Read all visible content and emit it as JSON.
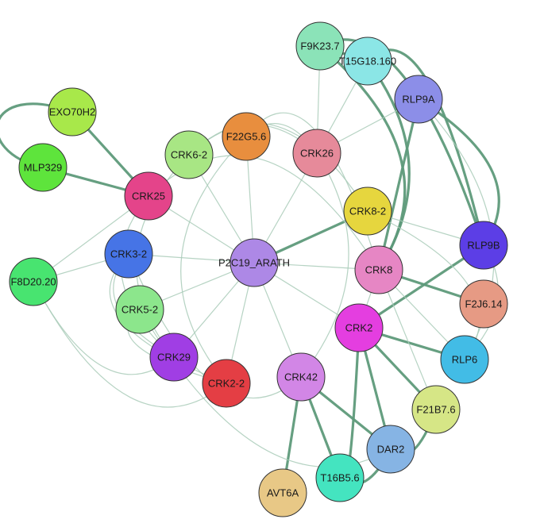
{
  "nodes": [
    {
      "id": "F9K23.7",
      "label": "F9K23.7",
      "color": "#8be3b8"
    },
    {
      "id": "T15G18.160",
      "label": "T15G18.160",
      "color": "#8be6e6"
    },
    {
      "id": "RLP9A",
      "label": "RLP9A",
      "color": "#8c8ee8"
    },
    {
      "id": "EXO70H2",
      "label": "EXO70H2",
      "color": "#a8e84a"
    },
    {
      "id": "MLP329",
      "label": "MLP329",
      "color": "#5ee43c"
    },
    {
      "id": "CRK6-2",
      "label": "CRK6-2",
      "color": "#a8e684"
    },
    {
      "id": "F22G5.6",
      "label": "F22G5.6",
      "color": "#e88e3e"
    },
    {
      "id": "CRK26",
      "label": "CRK26",
      "color": "#e68a9a"
    },
    {
      "id": "CRK25",
      "label": "CRK25",
      "color": "#e4448a"
    },
    {
      "id": "CRK8-2",
      "label": "CRK8-2",
      "color": "#e6d63e"
    },
    {
      "id": "RLP9B",
      "label": "RLP9B",
      "color": "#5c3ee6"
    },
    {
      "id": "F8D20.20",
      "label": "F8D20.20",
      "color": "#48e470"
    },
    {
      "id": "CRK3-2",
      "label": "CRK3-2",
      "color": "#4674e6"
    },
    {
      "id": "P2C19_ARATH",
      "label": "P2C19_ARATH",
      "color": "#ad88e6"
    },
    {
      "id": "CRK8",
      "label": "CRK8",
      "color": "#e686c4"
    },
    {
      "id": "F2J6.14",
      "label": "F2J6.14",
      "color": "#e69a84"
    },
    {
      "id": "CRK5-2",
      "label": "CRK5-2",
      "color": "#8ce68c"
    },
    {
      "id": "CRK2",
      "label": "CRK2",
      "color": "#e43ee0"
    },
    {
      "id": "RLP6",
      "label": "RLP6",
      "color": "#42bce6"
    },
    {
      "id": "CRK29",
      "label": "CRK29",
      "color": "#a03ee4"
    },
    {
      "id": "CRK2-2",
      "label": "CRK2-2",
      "color": "#e43e44"
    },
    {
      "id": "CRK42",
      "label": "CRK42",
      "color": "#d286e6"
    },
    {
      "id": "F21B7.6",
      "label": "F21B7.6",
      "color": "#d6e686"
    },
    {
      "id": "DAR2",
      "label": "DAR2",
      "color": "#86b4e4"
    },
    {
      "id": "T16B5.6",
      "label": "T16B5.6",
      "color": "#44e4c0"
    },
    {
      "id": "AVT6A",
      "label": "AVT6A",
      "color": "#e8c886"
    }
  ],
  "edges": [
    {
      "source": "P2C19_ARATH",
      "target": "CRK6-2",
      "weight": "thin"
    },
    {
      "source": "P2C19_ARATH",
      "target": "F22G5.6",
      "weight": "thin"
    },
    {
      "source": "P2C19_ARATH",
      "target": "CRK26",
      "weight": "thin"
    },
    {
      "source": "P2C19_ARATH",
      "target": "CRK25",
      "weight": "thin"
    },
    {
      "source": "P2C19_ARATH",
      "target": "CRK8-2",
      "weight": "thick"
    },
    {
      "source": "P2C19_ARATH",
      "target": "CRK3-2",
      "weight": "thin"
    },
    {
      "source": "P2C19_ARATH",
      "target": "CRK8",
      "weight": "thin"
    },
    {
      "source": "P2C19_ARATH",
      "target": "CRK5-2",
      "weight": "thin"
    },
    {
      "source": "P2C19_ARATH",
      "target": "CRK2",
      "weight": "thin"
    },
    {
      "source": "P2C19_ARATH",
      "target": "CRK29",
      "weight": "thin"
    },
    {
      "source": "P2C19_ARATH",
      "target": "CRK2-2",
      "weight": "thin"
    },
    {
      "source": "P2C19_ARATH",
      "target": "CRK42",
      "weight": "thin"
    },
    {
      "source": "EXO70H2",
      "target": "CRK25",
      "weight": "thick"
    },
    {
      "source": "MLP329",
      "target": "CRK25",
      "weight": "thick"
    },
    {
      "source": "EXO70H2",
      "target": "MLP329",
      "weight": "thick",
      "curve": "loop-left"
    },
    {
      "source": "CRK8",
      "target": "F2J6.14",
      "weight": "thick"
    },
    {
      "source": "CRK2",
      "target": "RLP9B",
      "weight": "thick"
    },
    {
      "source": "CRK2",
      "target": "RLP6",
      "weight": "thick"
    },
    {
      "source": "CRK2",
      "target": "F21B7.6",
      "weight": "thick"
    },
    {
      "source": "CRK2",
      "target": "DAR2",
      "weight": "thick"
    },
    {
      "source": "CRK42",
      "target": "AVT6A",
      "weight": "thick"
    },
    {
      "source": "CRK42",
      "target": "T16B5.6",
      "weight": "thick"
    },
    {
      "source": "CRK42",
      "target": "DAR2",
      "weight": "thick"
    },
    {
      "source": "F9K23.7",
      "target": "RLP9B",
      "weight": "thick",
      "curve": "arc-top"
    },
    {
      "source": "T15G18.160",
      "target": "RLP9B",
      "weight": "thick",
      "curve": "arc-top"
    },
    {
      "source": "RLP9A",
      "target": "RLP9B",
      "weight": "thick",
      "curve": "arc-right"
    },
    {
      "source": "F9K23.7",
      "target": "CRK8",
      "weight": "thick",
      "curve": "arc-right"
    },
    {
      "source": "T15G18.160",
      "target": "CRK8",
      "weight": "thick",
      "curve": "arc-right"
    },
    {
      "source": "RLP9A",
      "target": "CRK8",
      "weight": "thick"
    },
    {
      "source": "F9K23.7",
      "target": "T15G18.160",
      "weight": "thick"
    },
    {
      "source": "F21B7.6",
      "target": "DAR2",
      "weight": "thick",
      "curve": "arc-bottom"
    },
    {
      "source": "CRK2",
      "target": "T16B5.6",
      "weight": "thick",
      "curve": "arc-bottom"
    },
    {
      "source": "T16B5.6",
      "target": "DAR2",
      "weight": "thick",
      "curve": "arc-bottom"
    },
    {
      "source": "F9K23.7",
      "target": "CRK26",
      "weight": "thin"
    },
    {
      "source": "T15G18.160",
      "target": "CRK26",
      "weight": "thin"
    },
    {
      "source": "RLP9A",
      "target": "CRK26",
      "weight": "thin"
    },
    {
      "source": "F8D20.20",
      "target": "CRK3-2",
      "weight": "thin"
    },
    {
      "source": "F8D20.20",
      "target": "CRK25",
      "weight": "thin"
    },
    {
      "source": "F8D20.20",
      "target": "CRK29",
      "weight": "thin",
      "curve": "arc-bottom"
    },
    {
      "source": "F8D20.20",
      "target": "CRK2-2",
      "weight": "thin",
      "curve": "arc-bottom"
    },
    {
      "source": "CRK3-2",
      "target": "CRK29",
      "weight": "thin",
      "curve": "arc-left"
    },
    {
      "source": "CRK3-2",
      "target": "CRK2-2",
      "weight": "thin",
      "curve": "arc-left"
    },
    {
      "source": "CRK5-2",
      "target": "CRK2-2",
      "weight": "thin",
      "curve": "arc-left"
    },
    {
      "source": "CRK25",
      "target": "CRK29",
      "weight": "thin",
      "curve": "arc-left"
    },
    {
      "source": "CRK6-2",
      "target": "CRK26",
      "weight": "thin",
      "curve": "arc-top"
    },
    {
      "source": "F22G5.6",
      "target": "CRK26",
      "weight": "thin",
      "curve": "arc-top"
    },
    {
      "source": "CRK6-2",
      "target": "CRK8-2",
      "weight": "thin",
      "curve": "arc-top"
    },
    {
      "source": "F22G5.6",
      "target": "CRK8",
      "weight": "thin",
      "curve": "arc-top"
    },
    {
      "source": "CRK25",
      "target": "CRK8",
      "weight": "thin",
      "curve": "arc-top"
    },
    {
      "source": "CRK3-2",
      "target": "CRK42",
      "weight": "thin",
      "curve": "arc-bottom"
    },
    {
      "source": "CRK5-2",
      "target": "DAR2",
      "weight": "thin",
      "curve": "arc-bottom"
    },
    {
      "source": "CRK8-2",
      "target": "RLP9B",
      "weight": "thin"
    },
    {
      "source": "CRK8-2",
      "target": "RLP6",
      "weight": "thin",
      "curve": "arc-right"
    },
    {
      "source": "CRK8",
      "target": "RLP6",
      "weight": "thin"
    },
    {
      "source": "CRK8",
      "target": "F21B7.6",
      "weight": "thin"
    },
    {
      "source": "RLP9B",
      "target": "RLP6",
      "weight": "thin",
      "curve": "arc-right"
    },
    {
      "source": "RLP9A",
      "target": "RLP6",
      "weight": "thin",
      "curve": "arc-right"
    },
    {
      "source": "CRK8",
      "target": "CRK2",
      "weight": "thin"
    },
    {
      "source": "CRK26",
      "target": "CRK42",
      "weight": "thin",
      "curve": "arc-right"
    },
    {
      "source": "CRK6-2",
      "target": "CRK29",
      "weight": "thin",
      "curve": "arc-left"
    },
    {
      "source": "F22G5.6",
      "target": "CRK2-2",
      "weight": "thin",
      "curve": "arc-left"
    }
  ]
}
